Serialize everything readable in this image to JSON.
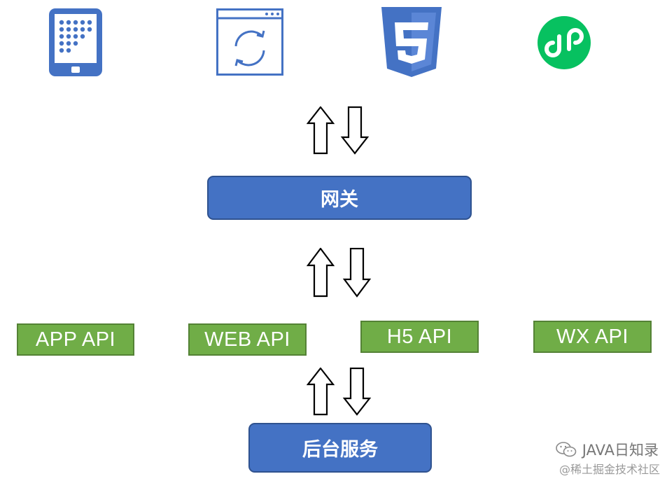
{
  "clients": {
    "items": [
      {
        "name": "mobile-app",
        "icon": "tablet-icon"
      },
      {
        "name": "web",
        "icon": "browser-refresh-icon"
      },
      {
        "name": "h5",
        "icon": "html5-icon"
      },
      {
        "name": "mini-program",
        "icon": "wechat-mini-program-icon"
      }
    ]
  },
  "gateway": {
    "label": "网关"
  },
  "apis": {
    "items": [
      {
        "label": "APP API"
      },
      {
        "label": "WEB API"
      },
      {
        "label": "H5 API"
      },
      {
        "label": "WX API"
      }
    ]
  },
  "backend": {
    "label": "后台服务"
  },
  "watermark": {
    "account": "JAVA日知录",
    "site": "@稀土掘金技术社区"
  },
  "colors": {
    "blue_box": "#4472c4",
    "green_box": "#70ad47",
    "icon_blue": "#4472c4",
    "wechat_green": "#07c160"
  }
}
